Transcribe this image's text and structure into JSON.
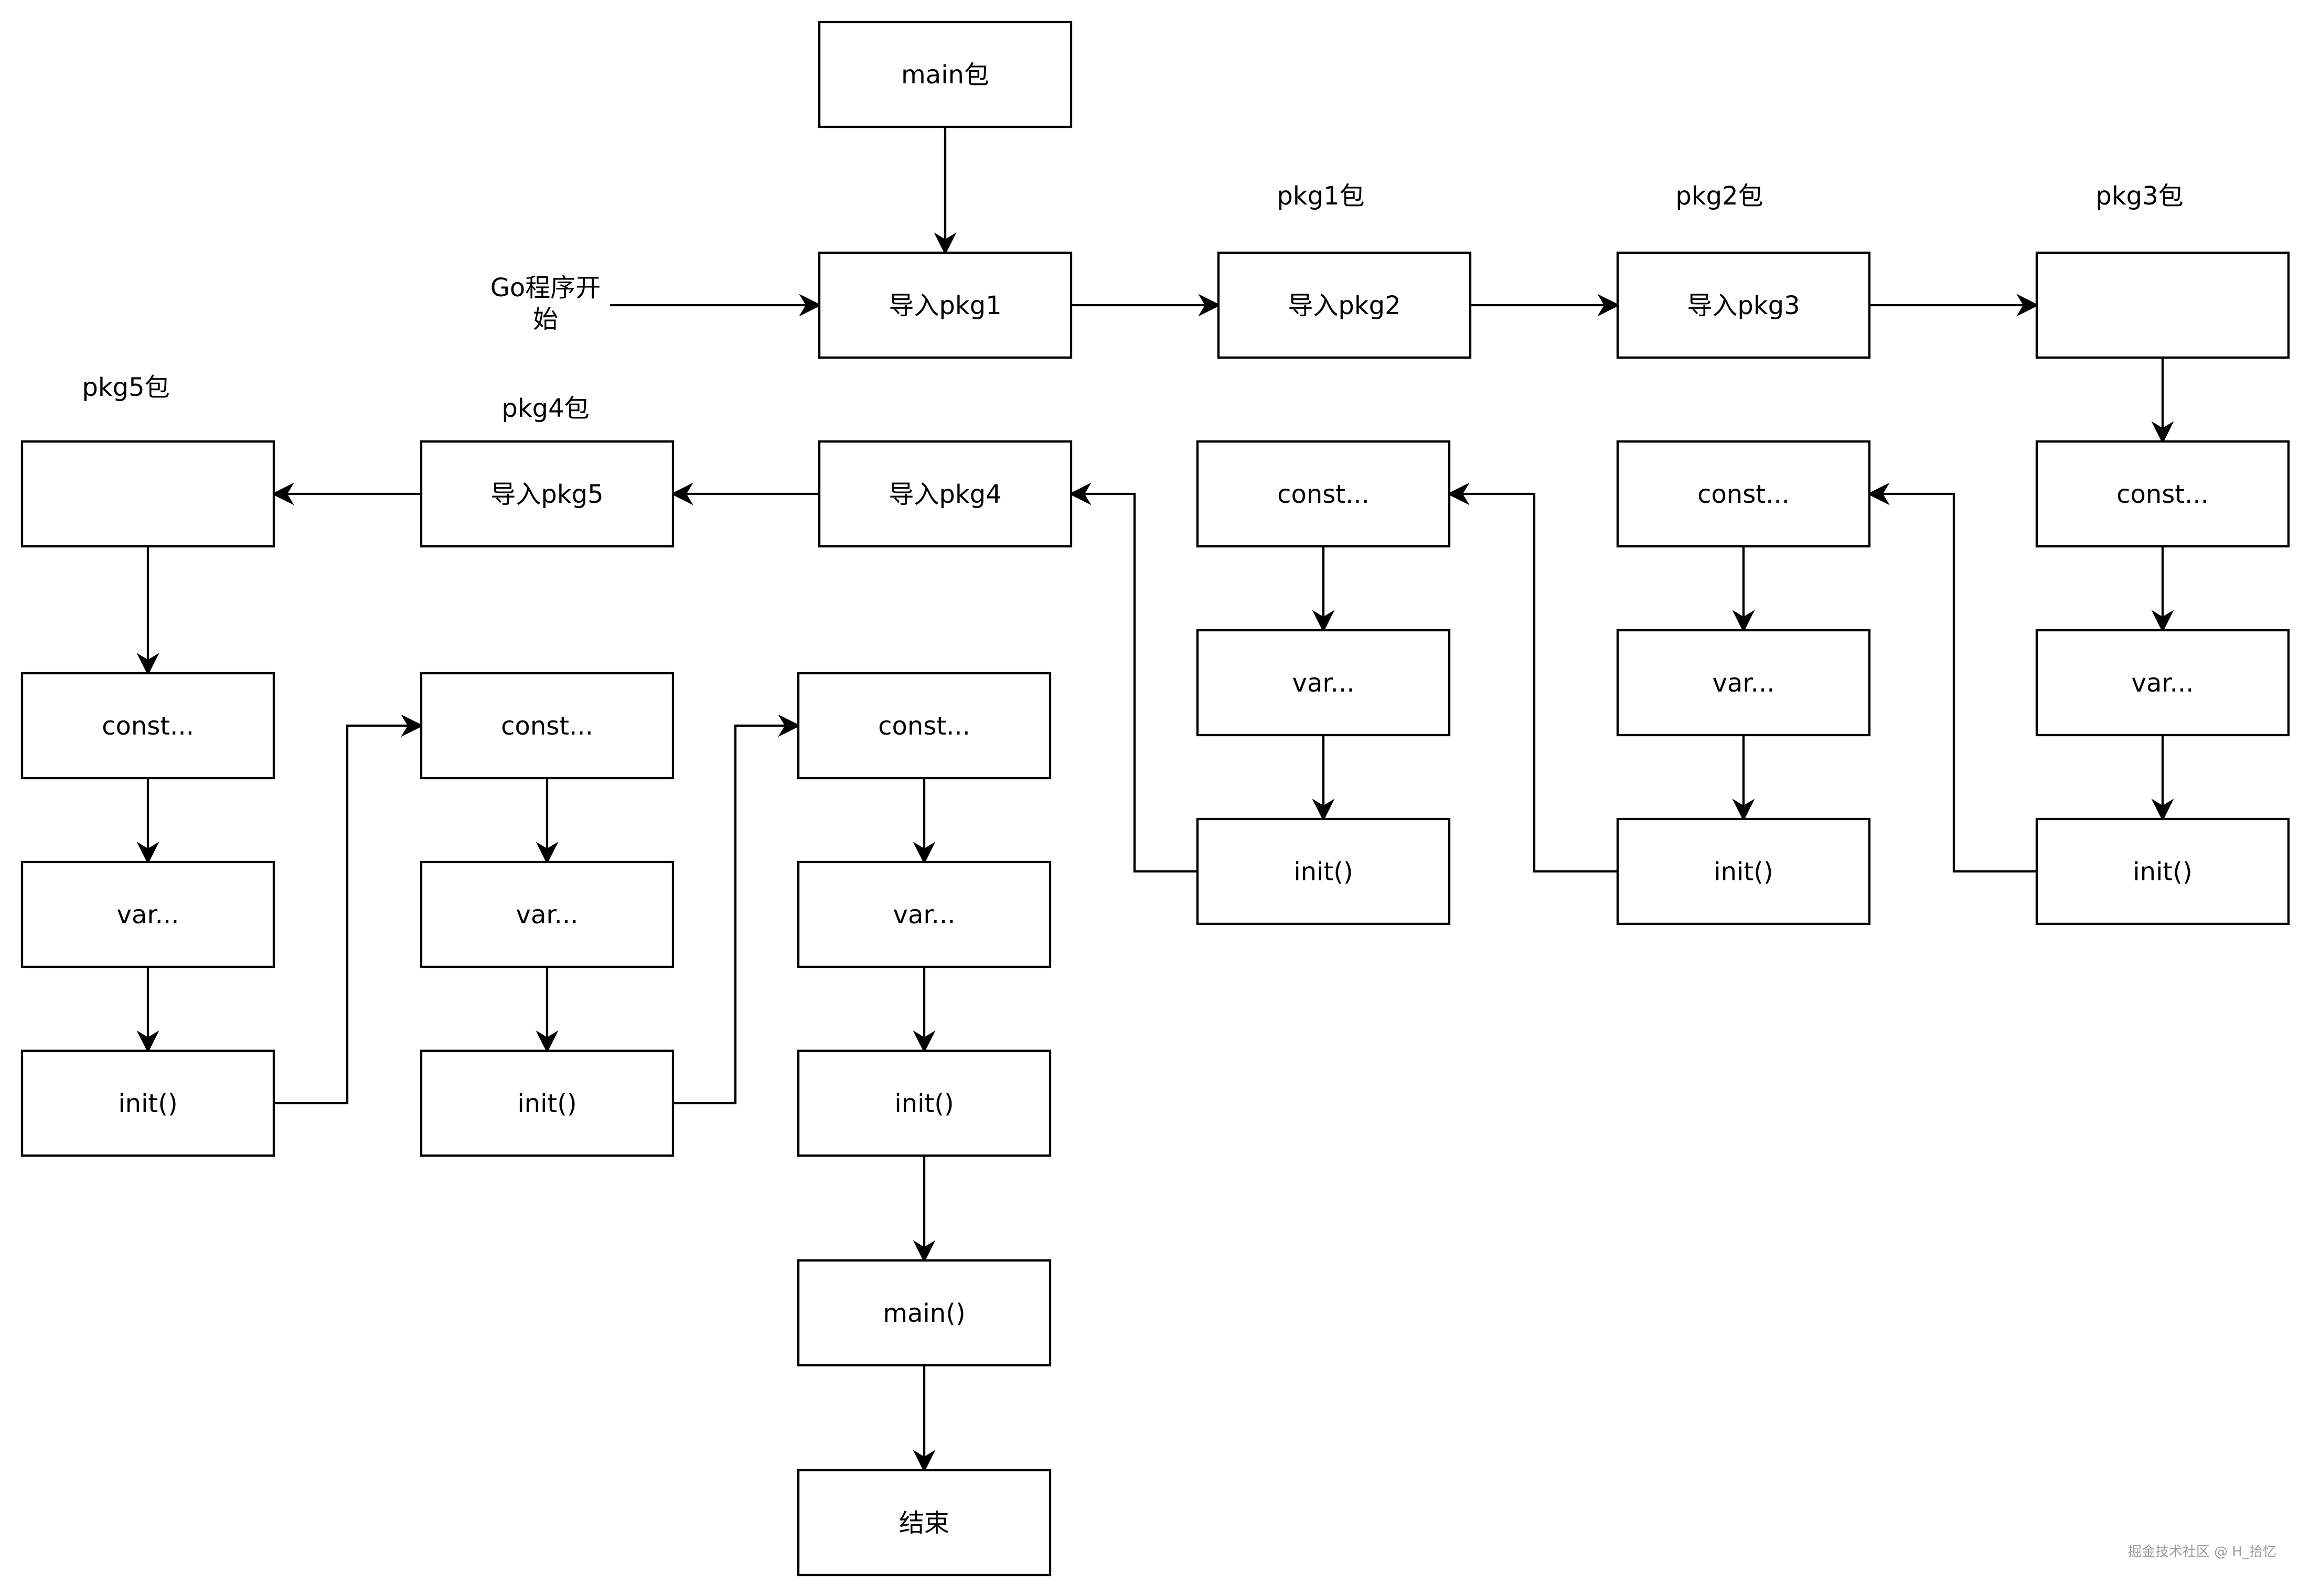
{
  "diagram": {
    "nodes": {
      "main_pkg": "main包",
      "import_pkg1": "导入pkg1",
      "import_pkg2": "导入pkg2",
      "import_pkg3": "导入pkg3",
      "pkg3_entry": "",
      "import_pkg4": "导入pkg4",
      "import_pkg5": "导入pkg5",
      "pkg5_entry": "",
      "pkg1_const": "const...",
      "pkg1_var": "var...",
      "pkg1_init": "init()",
      "pkg2_const": "const...",
      "pkg2_var": "var...",
      "pkg2_init": "init()",
      "pkg3_const": "const...",
      "pkg3_var": "var...",
      "pkg3_init": "init()",
      "pkg5_const": "const...",
      "pkg5_var": "var...",
      "pkg5_init": "init()",
      "pkg4_const": "const...",
      "pkg4_var": "var...",
      "pkg4_init": "init()",
      "main_const": "const...",
      "main_var": "var...",
      "main_init": "init()",
      "main_func": "main()",
      "end": "结束"
    },
    "labels": {
      "start_line1": "Go程序开",
      "start_line2": "始",
      "pkg1": "pkg1包",
      "pkg2": "pkg2包",
      "pkg3": "pkg3包",
      "pkg4": "pkg4包",
      "pkg5": "pkg5包"
    },
    "edges": [
      [
        "main_pkg",
        "import_pkg1"
      ],
      [
        "start",
        "import_pkg1"
      ],
      [
        "import_pkg1",
        "import_pkg2"
      ],
      [
        "import_pkg2",
        "import_pkg3"
      ],
      [
        "import_pkg3",
        "pkg3_entry"
      ],
      [
        "pkg3_entry",
        "pkg3_const"
      ],
      [
        "pkg3_const",
        "pkg3_var"
      ],
      [
        "pkg3_var",
        "pkg3_init"
      ],
      [
        "pkg3_init",
        "pkg2_const"
      ],
      [
        "pkg2_const",
        "pkg2_var"
      ],
      [
        "pkg2_var",
        "pkg2_init"
      ],
      [
        "pkg2_init",
        "pkg1_const"
      ],
      [
        "pkg1_const",
        "pkg1_var"
      ],
      [
        "pkg1_var",
        "pkg1_init"
      ],
      [
        "pkg1_init",
        "import_pkg4"
      ],
      [
        "import_pkg4",
        "import_pkg5"
      ],
      [
        "import_pkg5",
        "pkg5_entry"
      ],
      [
        "pkg5_entry",
        "pkg5_const"
      ],
      [
        "pkg5_const",
        "pkg5_var"
      ],
      [
        "pkg5_var",
        "pkg5_init"
      ],
      [
        "pkg5_init",
        "pkg4_const"
      ],
      [
        "pkg4_const",
        "pkg4_var"
      ],
      [
        "pkg4_var",
        "pkg4_init"
      ],
      [
        "pkg4_init",
        "main_const"
      ],
      [
        "main_const",
        "main_var"
      ],
      [
        "main_var",
        "main_init"
      ],
      [
        "main_init",
        "main_func"
      ],
      [
        "main_func",
        "end"
      ]
    ]
  },
  "watermark": "掘金技术社区 @ H_拾忆"
}
